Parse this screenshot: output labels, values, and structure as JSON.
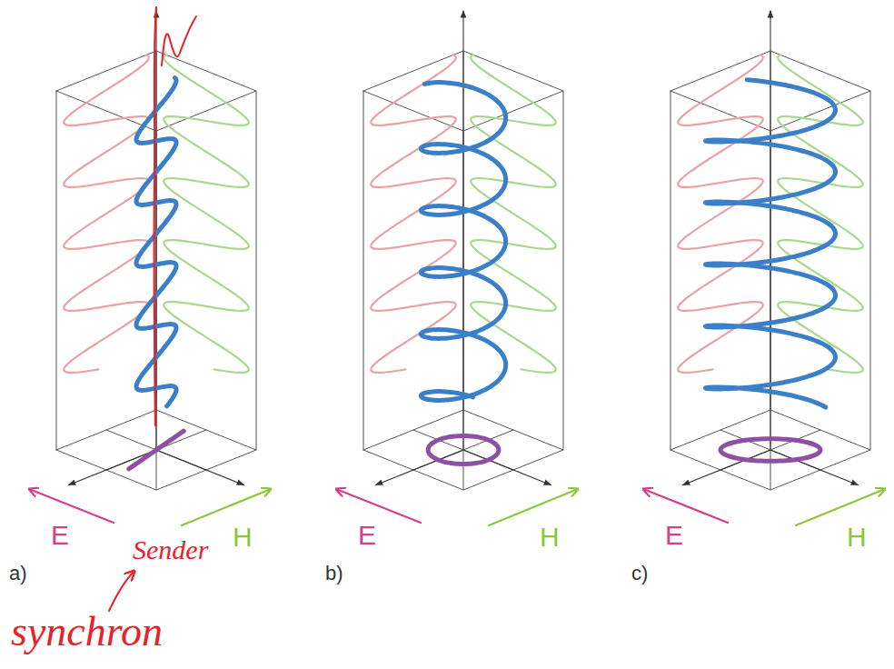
{
  "diagram": {
    "labels": [
      "E",
      "H",
      "a)",
      "E",
      "H",
      "b)",
      "E",
      "H",
      "c)",
      "Sender",
      "synchron"
    ]
  }
}
